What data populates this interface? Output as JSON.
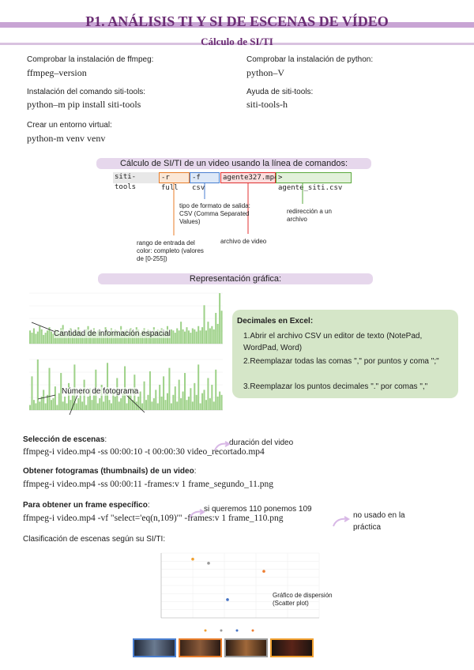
{
  "header": {
    "title": "P1. ANÁLISIS  TI Y SI DE ESCENAS DE VÍDEO",
    "subtitle": "Cálculo de SI/TI"
  },
  "install": {
    "ffmpeg_label": "Comprobar la instalación de ffmpeg:",
    "ffmpeg_cmd": "ffmpeg–version",
    "python_label": "Comprobar la instalación de python:",
    "python_cmd": "python–V",
    "siti_label": "Instalación del comando siti-tools:",
    "siti_cmd": "python–m pip install siti-tools",
    "help_label": "Ayuda de siti-tools:",
    "help_cmd": "siti-tools-h",
    "venv_label": "Crear un entorno virtual:",
    "venv_cmd": "python-m venv venv"
  },
  "cli": {
    "heading": "Cálculo de SI/TI de un video usando la línea de comandos:",
    "tokens": {
      "base": "siti-tools",
      "range": "-r full",
      "format": "-f csv",
      "file": "agente327.mp4",
      "redirect": "> agente_siti.csv"
    },
    "notes": {
      "range": "rango de entrada del color: completo (valores de [0-255])",
      "format": "tipo de formato de salida: CSV (Comma Separated Values)",
      "file": "archivo de video",
      "redirect": "redirección a un archivo"
    },
    "colors": {
      "range": "#e87d2a",
      "format": "#4a7fd0",
      "file": "#e03030",
      "redirect": "#5aa83c"
    }
  },
  "graph_section": {
    "heading": "Representación gráfica:",
    "top_chart_label": "Cantidad de información espacial",
    "bottom_chart_label": "Número de fotograma"
  },
  "excel": {
    "title": "Decimales en Excel:",
    "items": [
      "Abrir el archivo CSV un editor de texto (NotePad, WordPad, Word)",
      "Reemplazar todas las comas \",\" por puntos y coma \";\"",
      "Reemplazar los puntos decimales \".\" por comas \",\""
    ]
  },
  "scenes": {
    "label": "Selección de escenas",
    "cmd": "ffmpeg-i video.mp4 -ss 00:00:10 -t 00:00:30 video_recortado.mp4",
    "note": "duración del video"
  },
  "thumbs": {
    "label": "Obtener fotogramas (thumbnails) de un video",
    "cmd": "ffmpeg-i video.mp4 -ss 00:00:11 -frames:v 1 frame_segundo_11.png"
  },
  "frame": {
    "label": "Para obtener un frame específico",
    "cmd": "ffmpeg-i video.mp4 -vf \"select='eq(n,109)'\" -frames:v 1 frame_110.png",
    "note": "si queremos 110 ponemos 109",
    "side_note": "no usado en la práctica"
  },
  "classification": {
    "label": "Clasificación de escenas según su SI/TI:",
    "scatter_note": "Gráfico de dispersión (Scatter plot)"
  },
  "chart_data": [
    {
      "type": "bar",
      "color": "#9fd28a",
      "values": [
        12,
        10,
        14,
        9,
        11,
        16,
        13,
        8,
        10,
        12,
        15,
        11,
        9,
        13,
        12,
        10,
        14,
        17,
        11,
        9,
        12,
        14,
        10,
        13,
        11,
        15,
        12,
        9,
        10,
        13,
        16,
        12,
        11,
        14,
        10,
        12,
        13,
        11,
        9,
        15,
        12,
        10,
        14,
        11,
        13,
        12,
        10,
        16,
        11,
        12,
        13,
        10,
        14,
        12,
        11,
        15,
        13,
        10,
        12,
        14,
        11,
        13,
        12,
        10,
        15,
        11,
        13,
        12,
        14,
        10,
        12,
        16,
        11,
        13,
        12,
        10,
        14,
        12,
        20,
        13,
        11,
        15,
        12,
        10,
        14,
        13,
        11,
        16,
        12,
        15,
        35,
        12,
        20,
        14,
        16,
        13,
        28,
        18,
        46,
        30
      ]
    },
    {
      "type": "bar",
      "color": "#9fd28a",
      "values": [
        3,
        20,
        6,
        4,
        30,
        5,
        8,
        12,
        4,
        9,
        25,
        6,
        7,
        14,
        3,
        10,
        22,
        5,
        8,
        4,
        16,
        6,
        9,
        27,
        4,
        7,
        11,
        5,
        18,
        3,
        8,
        13,
        6,
        9,
        24,
        4,
        7,
        15,
        5,
        10,
        28,
        6,
        4,
        12,
        8,
        19,
        5,
        7,
        10,
        26,
        4,
        9,
        13,
        6,
        21,
        5,
        8,
        11,
        4,
        17,
        6,
        9,
        23,
        5,
        7,
        12,
        4,
        15,
        8,
        20,
        6,
        10,
        25,
        4,
        9,
        14,
        5,
        18,
        7,
        11,
        22,
        6,
        8,
        13,
        5,
        16,
        9,
        27,
        4,
        10,
        12,
        6,
        19,
        7,
        15,
        5,
        24,
        8,
        11,
        9
      ]
    },
    {
      "type": "scatter",
      "xlim": [
        0,
        100
      ],
      "ylim": [
        0,
        16
      ],
      "points": [
        {
          "x": 20,
          "y": 14.5,
          "color": "#f0a030"
        },
        {
          "x": 30,
          "y": 13.5,
          "color": "#999999"
        },
        {
          "x": 42,
          "y": 4.5,
          "color": "#4472c4"
        },
        {
          "x": 65,
          "y": 11.5,
          "color": "#ed7d31"
        }
      ]
    }
  ]
}
